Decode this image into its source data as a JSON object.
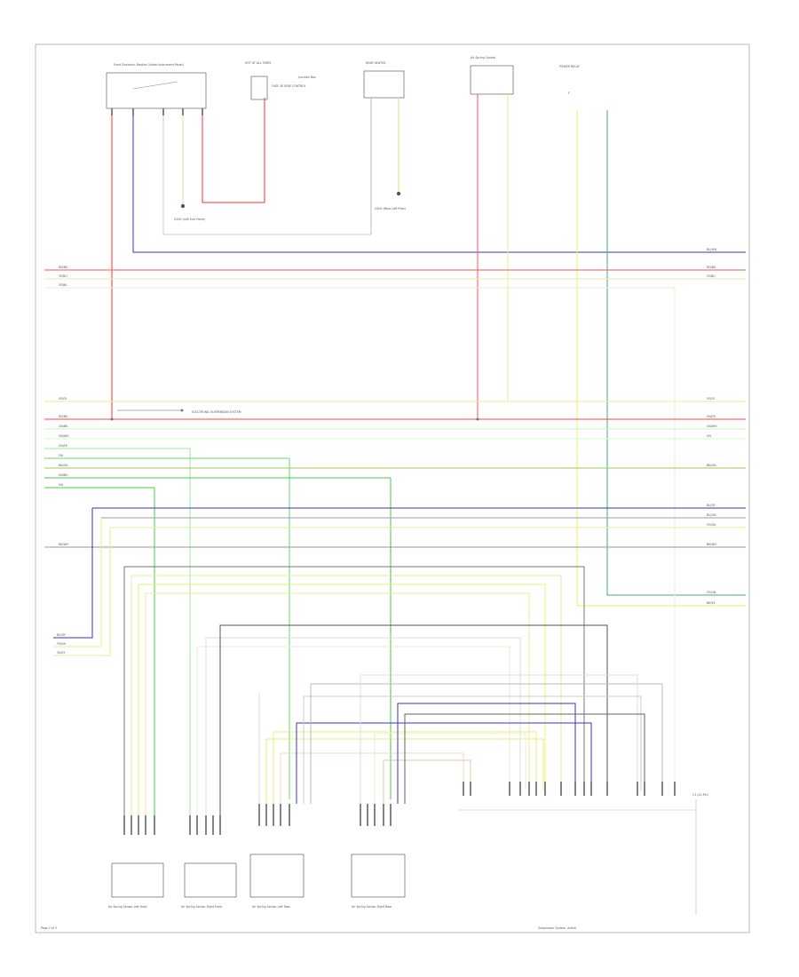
{
  "diagram": {
    "title": "ELECTRONIC SUSPENSION SYSTEM",
    "footer_left": "Page 2 of 3",
    "footer_center": "Suspension System, Active",
    "components": {
      "front_electronic_module": "Front Electronic Module (Under Instrument Panel)",
      "hot_at_all_times": "HOT AT ALL TIMES",
      "junction_box": "Junction Box",
      "fuse_ride_control": "FUSE 40 RIDE CONTROL",
      "rear_heated": "REAR HEATED",
      "rear_heated_ground": "G400 (Rear Left Pillar)",
      "air_spring_ctrl": "Air Spring Control",
      "relay_box": "POWER RELAY",
      "g200": "G200 (Left Kick Panel)",
      "module_connector": "C1 (22-Pin)",
      "spring_lf": "Air Spring Sensor Left Front",
      "spring_rf": "Air Spring Sensor Right Front",
      "spring_lr": "Air Spring Sensor Left Rear",
      "spring_rr": "Air Spring Sensor Right Rear"
    },
    "wires": {
      "bu_wh": "BU/WH",
      "rd_bu": "RD/BU",
      "ye_bu": "YE/BU",
      "ye_bk": "YE/BK",
      "gn_bk": "GN/BK",
      "gn_wh": "GN/WH",
      "gn_ye": "GN/YE",
      "gn": "GN",
      "gn_bu": "GN/BU",
      "bn_gn": "BN/GN",
      "bu_gy": "BU/GY",
      "bk_wh": "BK/WH",
      "ye_gy": "YE/GY",
      "ye_gn": "YE/GN",
      "gy_gn": "GY/GN",
      "bu_gn": "BU/GN",
      "bn_ye": "BN/YE"
    }
  }
}
